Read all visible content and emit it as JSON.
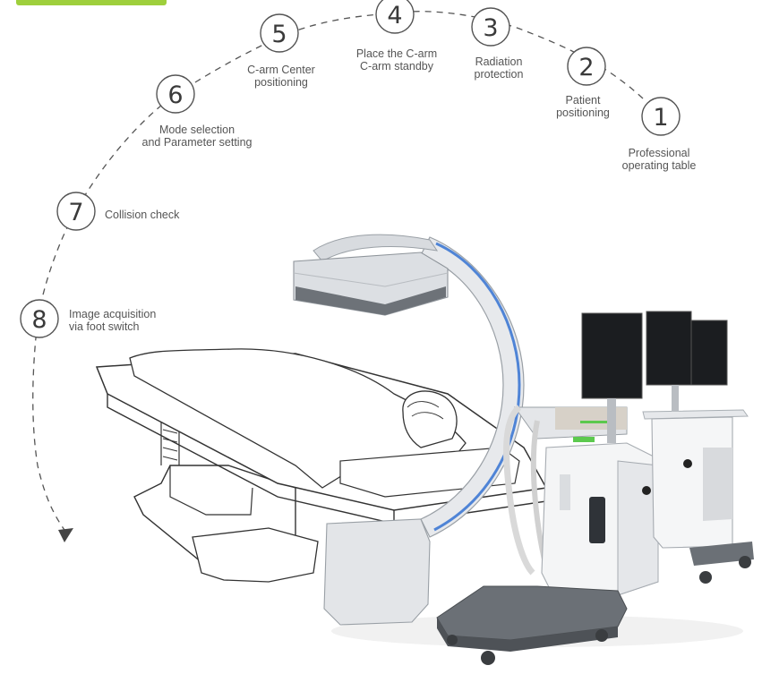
{
  "accent_bar_color": "#9ecf3c",
  "steps": [
    {
      "number": "1",
      "label_lines": [
        "Professional",
        "operating table"
      ]
    },
    {
      "number": "2",
      "label_lines": [
        "Patient",
        "positioning"
      ]
    },
    {
      "number": "3",
      "label_lines": [
        "Radiation",
        "protection"
      ]
    },
    {
      "number": "4",
      "label_lines": [
        "Place the C-arm",
        "C-arm standby"
      ]
    },
    {
      "number": "5",
      "label_lines": [
        "C-arm Center",
        "positioning"
      ]
    },
    {
      "number": "6",
      "label_lines": [
        "Mode selection",
        "and Parameter setting"
      ]
    },
    {
      "number": "7",
      "label_lines": [
        "Collision check"
      ]
    },
    {
      "number": "8",
      "label_lines": [
        "Image acquisition",
        "via foot switch"
      ]
    }
  ]
}
